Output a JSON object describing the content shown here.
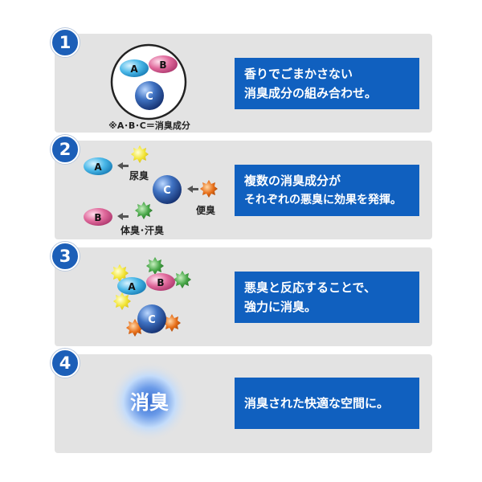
{
  "steps": [
    {
      "number": "1",
      "text_lines": [
        "香りでごまかさない",
        "消臭成分の組み合わせ。"
      ],
      "note": "※A･B･C＝消臭成分"
    },
    {
      "number": "2",
      "text_lines": [
        "複数の消臭成分が",
        "それぞれの悪臭に効果を発揮。"
      ],
      "labels": {
        "urine": "尿臭",
        "feces": "便臭",
        "body": "体臭･汗臭"
      }
    },
    {
      "number": "3",
      "text_lines": [
        "悪臭と反応することで、",
        "強力に消臭。"
      ]
    },
    {
      "number": "4",
      "text_lines": [
        "消臭された快適な空間に。"
      ],
      "glow_text": "消臭"
    }
  ],
  "molecules": {
    "a": "A",
    "b": "B",
    "c": "C"
  },
  "colors": {
    "panel_bg": "#e3e3e3",
    "text_box": "#1060bf",
    "number_badge": "#1c5fb8",
    "molecule_a": "#4ab8e8",
    "molecule_b": "#e06a9c",
    "molecule_c": "#2a55a0",
    "odor_yellow": "#f3e63a",
    "odor_green": "#4aa84a",
    "odor_orange": "#e8701a"
  },
  "icons": [
    "molecule-a-icon",
    "molecule-b-icon",
    "molecule-c-icon",
    "odor-splat-icon",
    "arrow-left-icon",
    "glow-sphere-icon"
  ]
}
